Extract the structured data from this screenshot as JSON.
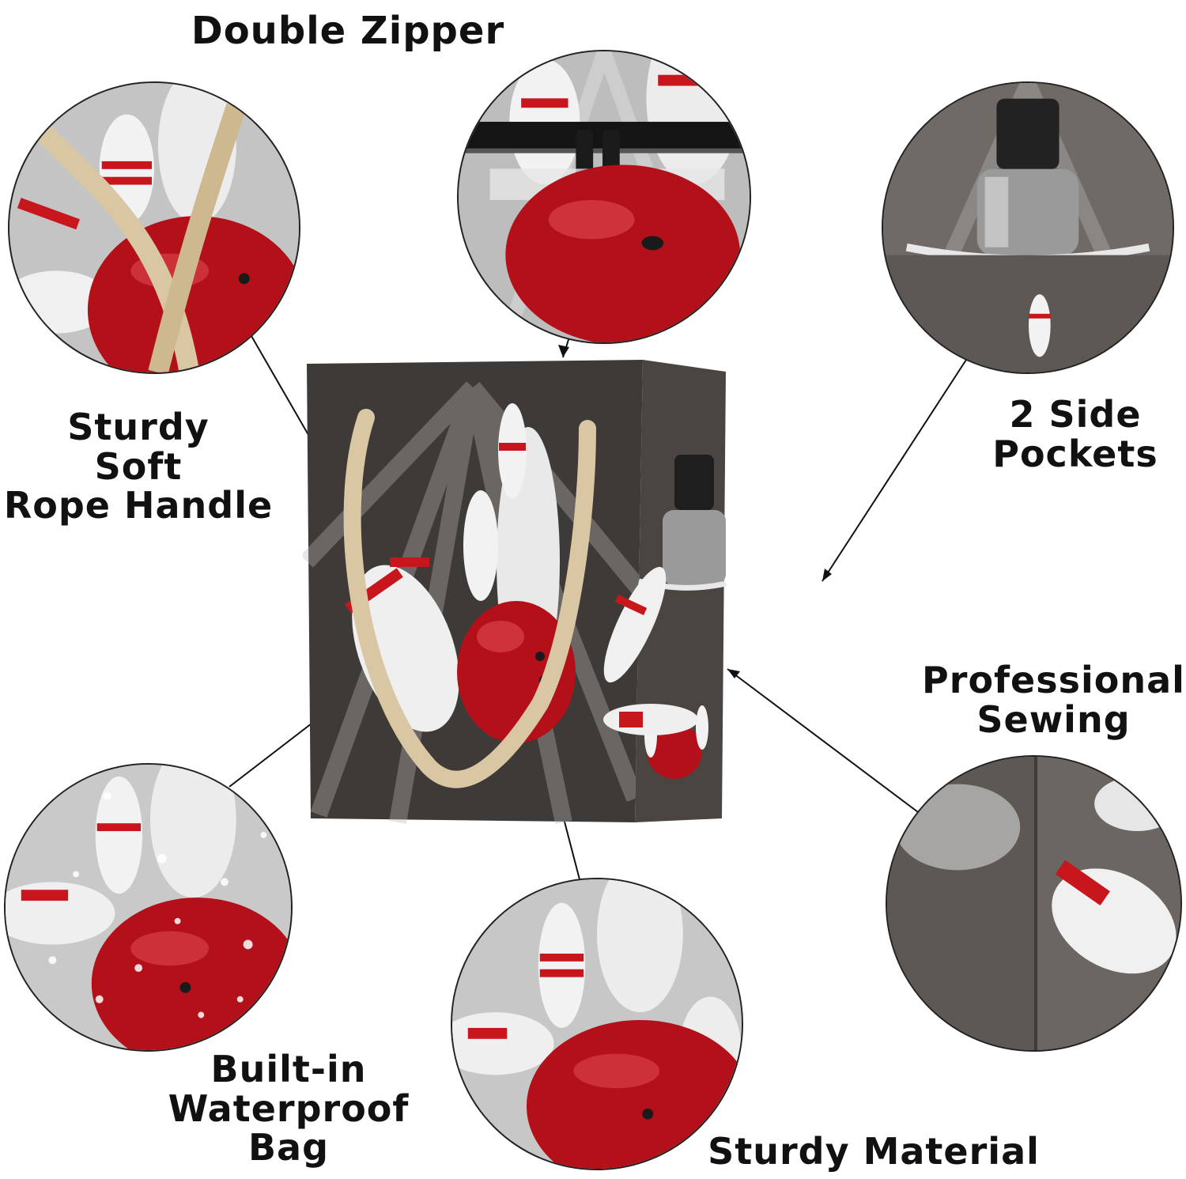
{
  "labels": {
    "double_zipper": "Double Zipper",
    "rope_handle": [
      "Sturdy",
      "Soft",
      "Rope Handle"
    ],
    "side_pockets": [
      "2 Side",
      "Pockets"
    ],
    "sewing": [
      "Professional",
      "Sewing"
    ],
    "waterproof": [
      "Built-in",
      "Waterproof",
      "Bag"
    ],
    "material": "Sturdy Material"
  },
  "colors": {
    "ball_red": "#b3101a",
    "pin_white": "#f2f2f2",
    "stripe_red": "#c8161d",
    "bag_dark": "#3e3a37",
    "rope": "#d9c7a3",
    "zipper_black": "#141414"
  }
}
